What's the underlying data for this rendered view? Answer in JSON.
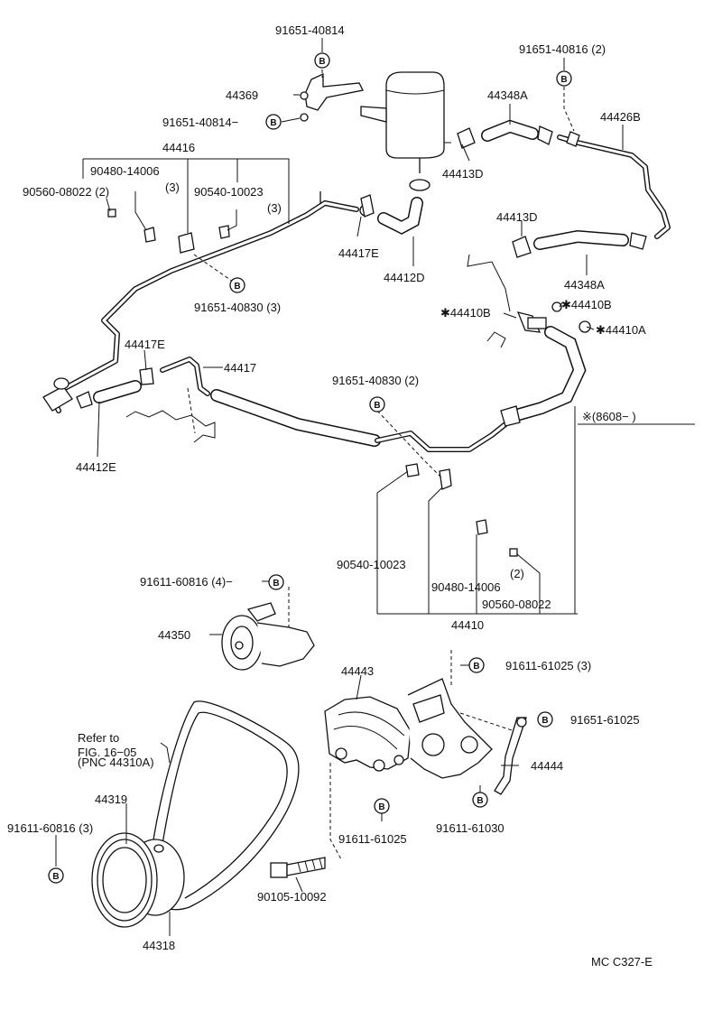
{
  "diagram_code": "MC C327-E",
  "badge_letter": "B",
  "refer": {
    "line1": "Refer to",
    "line2": "FIG. 16−05",
    "pnc": "(PNC 44310A)"
  },
  "labels": {
    "l01": "91651-40814",
    "l02": "44369",
    "l03": "91651-40814−",
    "l04": "44416",
    "l05": "90480-14006",
    "l06": "(3)",
    "l07": "90560-08022 (2)",
    "l08": "90540-10023",
    "l09": "(3)",
    "l10": "91651-40830 (3)",
    "l11": "44417E",
    "l12": "44412D",
    "l13": "91651-40816 (2)",
    "l14": "44348A",
    "l15": "44426B",
    "l16": "44413D",
    "l17": "44413D",
    "l18": "44348A",
    "l19": "✱44410B",
    "l20": "✱44410B",
    "l21": "✱44410A",
    "l22": "※(8608−         )",
    "l23": "44417E",
    "l24": "44417",
    "l25": "91651-40830 (2)",
    "l26": "44412E",
    "l27": "90540-10023",
    "l28": "90480-14006",
    "l29": "(2)",
    "l30": "90560-08022",
    "l31": "44410",
    "l32": "91611-60816 (4)−",
    "l33": "44350",
    "l34": "44443",
    "l35": "91611-61025 (3)",
    "l36": "91651-61025",
    "l37": "44444",
    "l38": "44319",
    "l39": "91611-60816 (3)",
    "l40": "91611-61025",
    "l41": "91611-61030",
    "l42": "90105-10092",
    "l43": "44318"
  }
}
